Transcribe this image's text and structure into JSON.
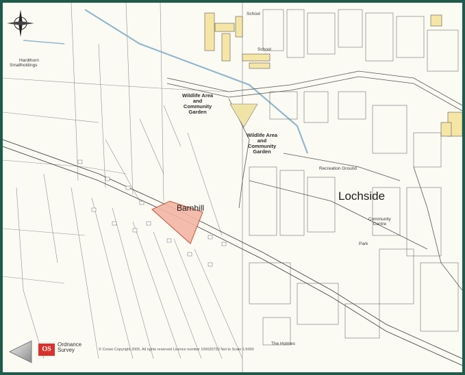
{
  "map": {
    "labels": {
      "school_1": "School",
      "school_2": "School",
      "hardthorn_line1": "Hardthorn",
      "hardthorn_line2": "Smallholdings",
      "wildlife_1_line1": "Wildlife Area",
      "wildlife_1_line2": "and",
      "wildlife_1_line3": "Community",
      "wildlife_1_line4": "Garden",
      "wildlife_2_line1": "Wildlife Area",
      "wildlife_2_line2": "and",
      "wildlife_2_line3": "Community",
      "wildlife_2_line4": "Garden",
      "recreation": "Recreation Ground",
      "lochside": "Lochside",
      "barnhill": "Barnhill",
      "community_line1": "Community",
      "community_line2": "Centre",
      "park": "Park",
      "the_holmes": "The Holmes"
    },
    "footer": {
      "os_logo": "OS",
      "os_name_line1": "Ordnance",
      "os_name_line2": "Survey",
      "copyright": "© Crown Copyright 2005. All rights reserved Licence number 100020730 Not to Scale  1:5000"
    },
    "icons": {
      "compass": "compass-rose-icon",
      "prev": "prev-arrow-icon"
    },
    "colors": {
      "frame": "#1f5a4a",
      "building": "#f6e6a6",
      "site_fill": "#f3b6a6",
      "site_stroke": "#c8553a",
      "water": "#8fb7cf"
    }
  }
}
